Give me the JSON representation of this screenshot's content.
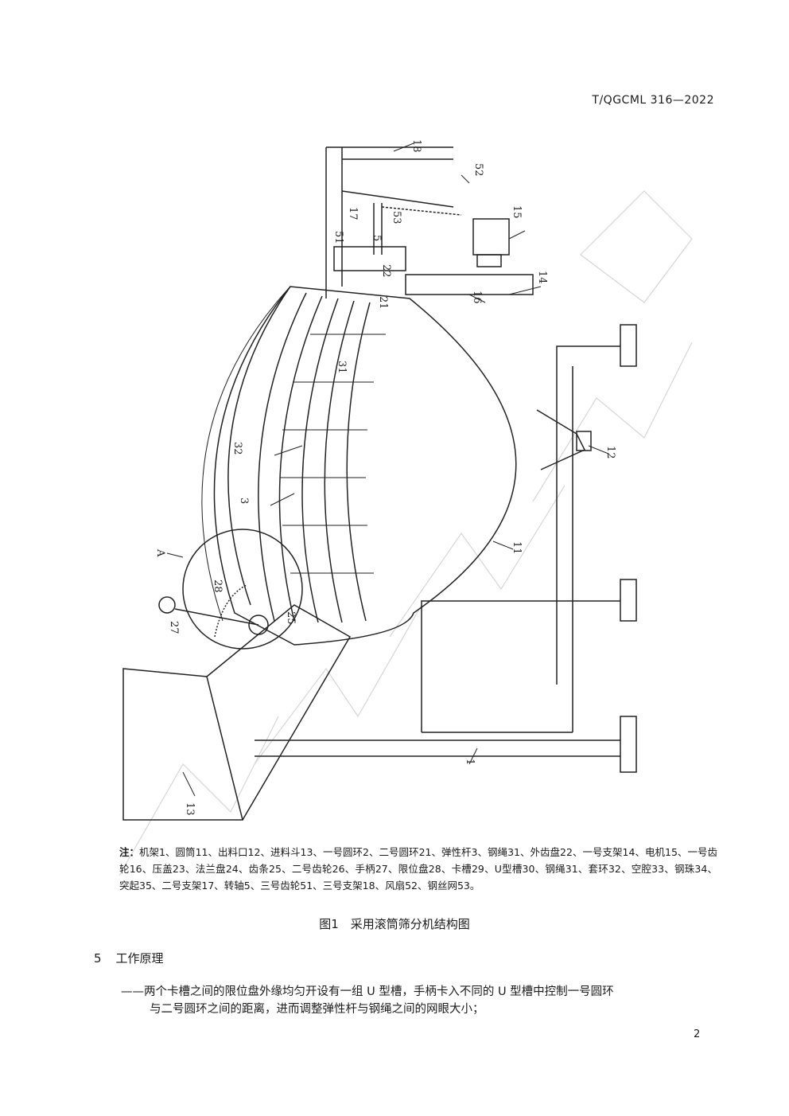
{
  "header": {
    "doc_code": "T/QGCML 316—2022"
  },
  "figure": {
    "labels": {
      "l18": "18",
      "l52": "52",
      "l15": "15",
      "l17": "17",
      "l53": "53",
      "l51": "51",
      "l5": "5",
      "l22": "22",
      "l14": "14",
      "l16": "16",
      "l21": "21",
      "l31": "31",
      "l32": "32",
      "l3": "3",
      "l12": "12",
      "l11": "11",
      "lA": "A",
      "l28": "28",
      "l27": "27",
      "l25": "25",
      "l1": "1",
      "l13": "13"
    }
  },
  "note": {
    "label": "注：",
    "text": "机架1、圆筒11、出料口12、进料斗13、一号圆环2、二号圆环21、弹性杆3、钢绳31、外齿盘22、一号支架14、电机15、一号齿轮16、压盖23、法兰盘24、齿条25、二号齿轮26、手柄27、限位盘28、卡槽29、U型槽30、钢绳31、套环32、空腔33、钢珠34、突起35、二号支架17、转轴5、三号齿轮51、三号支架18、风扇52、钢丝网53。"
  },
  "caption": "图1　采用滚筒筛分机结构图",
  "section": {
    "number": "5",
    "title": "工作原理"
  },
  "paragraph": {
    "line1": "——两个卡槽之间的限位盘外缘均匀开设有一组 U 型槽，手柄卡入不同的 U 型槽中控制一号圆环",
    "line2": "与二号圆环之间的距离，进而调整弹性杆与钢绳之间的网眼大小；"
  },
  "page_number": "2"
}
